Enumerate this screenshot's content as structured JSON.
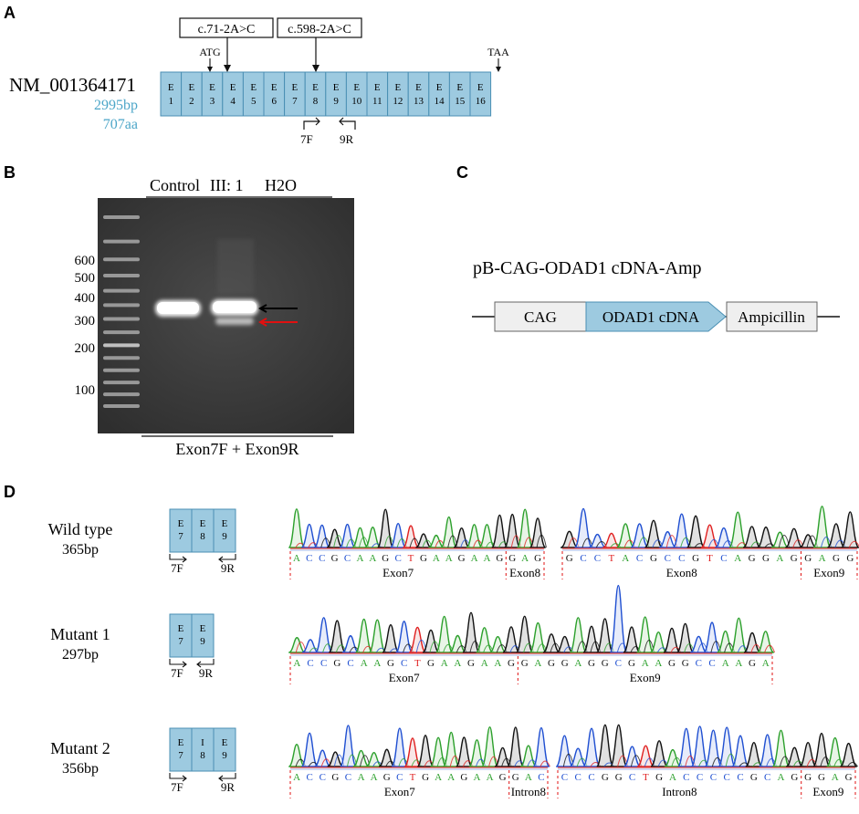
{
  "panels": {
    "A": {
      "letter": "A",
      "transcript": "NM_001364171",
      "length_bp": "2995bp",
      "length_aa": "707aa",
      "mutations": [
        "c.71-2A>C",
        "c.598-2A>C"
      ],
      "start_codon": "ATG",
      "stop_codon": "TAA",
      "exons": [
        {
          "e": "E",
          "n": "1"
        },
        {
          "e": "E",
          "n": "2"
        },
        {
          "e": "E",
          "n": "3"
        },
        {
          "e": "E",
          "n": "4"
        },
        {
          "e": "E",
          "n": "5"
        },
        {
          "e": "E",
          "n": "6"
        },
        {
          "e": "E",
          "n": "7"
        },
        {
          "e": "E",
          "n": "8"
        },
        {
          "e": "E",
          "n": "9"
        },
        {
          "e": "E",
          "n": "10"
        },
        {
          "e": "E",
          "n": "11"
        },
        {
          "e": "E",
          "n": "12"
        },
        {
          "e": "E",
          "n": "13"
        },
        {
          "e": "E",
          "n": "14"
        },
        {
          "e": "E",
          "n": "15"
        },
        {
          "e": "E",
          "n": "16"
        }
      ],
      "primer_f": "7F",
      "primer_r": "9R"
    },
    "B": {
      "letter": "B",
      "lanes": [
        "Control",
        "III: 1",
        "H2O"
      ],
      "ladder": [
        "600",
        "500",
        "400",
        "300",
        "200",
        "100"
      ],
      "caption": "Exon7F + Exon9R"
    },
    "C": {
      "letter": "C",
      "construct": "pB-CAG-ODAD1 cDNA-Amp",
      "elements": [
        "CAG",
        "ODAD1 cDNA",
        "Ampicillin"
      ]
    },
    "D": {
      "letter": "D",
      "rows": [
        {
          "name": "Wild type",
          "size": "365bp",
          "boxes": [
            {
              "e": "E",
              "n": "7"
            },
            {
              "e": "E",
              "n": "8"
            },
            {
              "e": "E",
              "n": "9"
            }
          ],
          "f": "7F",
          "r": "9R",
          "traces": [
            {
              "bases": [
                "A",
                "C",
                "C",
                "G",
                "C",
                "A",
                "A",
                "G",
                "C",
                "T",
                "G",
                "A",
                "A",
                "G",
                "A",
                "A",
                "G",
                "G",
                "A",
                "G"
              ],
              "regions": [
                {
                  "label": "Exon7",
                  "n": 17
                },
                {
                  "label": "Exon8",
                  "n": 3
                }
              ]
            },
            {
              "bases": [
                "G",
                "C",
                "C",
                "T",
                "A",
                "C",
                "G",
                "C",
                "C",
                "G",
                "T",
                "C",
                "A",
                "G",
                "G",
                "A",
                "G",
                "G",
                "A",
                "G",
                "G"
              ],
              "regions": [
                {
                  "label": "Exon8",
                  "n": 17
                },
                {
                  "label": "Exon9",
                  "n": 4
                }
              ]
            }
          ]
        },
        {
          "name": "Mutant 1",
          "size": "297bp",
          "boxes": [
            {
              "e": "E",
              "n": "7"
            },
            {
              "e": "E",
              "n": "9"
            }
          ],
          "f": "7F",
          "r": "9R",
          "traces": [
            {
              "bases": [
                "A",
                "C",
                "C",
                "G",
                "C",
                "A",
                "A",
                "G",
                "C",
                "T",
                "G",
                "A",
                "A",
                "G",
                "A",
                "A",
                "G",
                "G",
                "A",
                "G",
                "G",
                "A",
                "G",
                "G",
                "C",
                "G",
                "A",
                "A",
                "G",
                "G",
                "C",
                "C",
                "A",
                "A",
                "G",
                "A"
              ],
              "regions": [
                {
                  "label": "Exon7",
                  "n": 17
                },
                {
                  "label": "Exon9",
                  "n": 19
                }
              ]
            }
          ]
        },
        {
          "name": "Mutant 2",
          "size": "356bp",
          "boxes": [
            {
              "e": "E",
              "n": "7"
            },
            {
              "e": "I",
              "n": "8"
            },
            {
              "e": "E",
              "n": "9"
            }
          ],
          "f": "7F",
          "r": "9R",
          "traces": [
            {
              "bases": [
                "A",
                "C",
                "C",
                "G",
                "C",
                "A",
                "A",
                "G",
                "C",
                "T",
                "G",
                "A",
                "A",
                "G",
                "A",
                "A",
                "G",
                "G",
                "A",
                "C"
              ],
              "regions": [
                {
                  "label": "Exon7",
                  "n": 17
                },
                {
                  "label": "Intron8",
                  "n": 3
                }
              ]
            },
            {
              "bases": [
                "C",
                "C",
                "C",
                "G",
                "G",
                "C",
                "T",
                "G",
                "A",
                "C",
                "C",
                "C",
                "C",
                "C",
                "G",
                "C",
                "A",
                "G",
                "G",
                "G",
                "A",
                "G"
              ],
              "regions": [
                {
                  "label": "Intron8",
                  "n": 18
                },
                {
                  "label": "Exon9",
                  "n": 4
                }
              ]
            }
          ]
        }
      ]
    }
  },
  "colors": {
    "box_fill": "#9dcae0",
    "box_stroke": "#4a8fb3",
    "blue_text": "#4da6c8",
    "gel_bg": "#383838",
    "base_A": "#2ca02c",
    "base_C": "#1f4fd1",
    "base_G": "#111111",
    "base_T": "#e02020",
    "arrow_red": "#e01010"
  }
}
